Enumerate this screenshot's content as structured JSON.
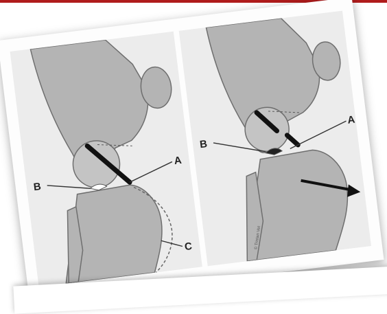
{
  "diagram": {
    "left_panel": {
      "labels": {
        "a": "A",
        "b": "B",
        "c": "C"
      }
    },
    "right_panel": {
      "labels": {
        "a": "A",
        "b": "B"
      },
      "micro_text": "© Tristan Vet"
    },
    "colors": {
      "frame_bar": "#b01c1c",
      "bone_fill": "#b4b4b4",
      "ligament": "#111111",
      "panel_background": "#ececec"
    }
  }
}
